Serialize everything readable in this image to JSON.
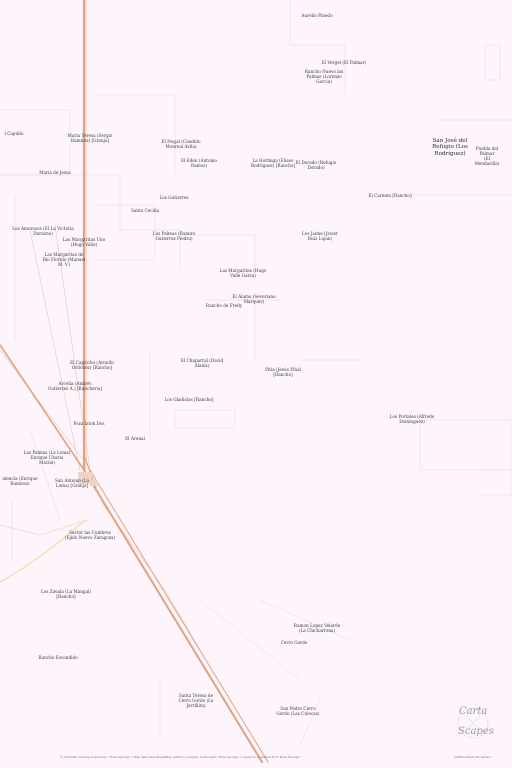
{
  "map": {
    "places": [
      {
        "id": "aurelio-pinedo",
        "text": "Aurelio Pinedo"
      },
      {
        "id": "el-vergel",
        "text": "El Vergel (El Palmar)"
      },
      {
        "id": "rancho-nuevo",
        "text": "Rancho Nuevo las\nPalmas (Lorenzo\nGarcia)"
      },
      {
        "id": "capullo",
        "text": "l Capullo"
      },
      {
        "id": "maria-teresa",
        "text": "Maria Teresa (Sergio\nRamirez) [Granja]"
      },
      {
        "id": "el-nogal",
        "text": "El Nogal (Candido\nMonreal Avila)"
      },
      {
        "id": "san-jose-refugio",
        "text": "San José del\nRefugio (Los\nRodríguez)",
        "big": true
      },
      {
        "id": "puebla-palmar",
        "text": "Puebla del Palmar\n(El Mendarilla)"
      },
      {
        "id": "el-eden",
        "text": "El Edén (Antonio\nRamos)"
      },
      {
        "id": "la-hormiga",
        "text": "La Hormiga (Eliseo\nRodriguez) [Rancho]"
      },
      {
        "id": "el-dorado",
        "text": "El Dorado (Refugio\nDorado)"
      },
      {
        "id": "maria-jesus",
        "text": "Maria de Jesus"
      },
      {
        "id": "el-carmen",
        "text": "El Carmen [Rancho]"
      },
      {
        "id": "los-gutierrez",
        "text": "Los Gutierrez"
      },
      {
        "id": "santa-cecilia",
        "text": "Santa Cecilia"
      },
      {
        "id": "los-amorosos",
        "text": "Los Amorosos (El La Victoria\nDurazno)"
      },
      {
        "id": "los-palmas-ramiro",
        "text": "Los Palmas (Ramiro\nGutierrez Piedra)"
      },
      {
        "id": "los-jaime",
        "text": "Los Jaime (Javier\nRuiz Lujan)"
      },
      {
        "id": "las-margaritas-uno",
        "text": "Las Margaritas Uno\n(Hugo Valle)"
      },
      {
        "id": "las-margaritas-rio",
        "text": "Las Margaritas de\nRio Florido (Manuel\nM. V.)"
      },
      {
        "id": "las-margaritas-hugo",
        "text": "Las Margaritas (Hugo\nValle Garza)"
      },
      {
        "id": "el-alamo",
        "text": "El Alamo (Severiano\nMarquez)"
      },
      {
        "id": "rancho-fredy",
        "text": "Rancho de Fredy"
      },
      {
        "id": "el-capricho",
        "text": "El Capricho (Arnulfo\nOrdoñez) [Rancho]"
      },
      {
        "id": "el-chaparral",
        "text": "El Chaparral (David\nAlanís)"
      },
      {
        "id": "pitia",
        "text": "Pitia (Jesús Piñal\n[Rancho]"
      },
      {
        "id": "arcelia",
        "text": "Arcelia (Andrés\nGutierrez A.) [Rancheria]"
      },
      {
        "id": "los-gladiolas",
        "text": "Los Gladiolas [Rancho]"
      },
      {
        "id": "los-portales",
        "text": "Los Portales (Alfredo\nDominguez)"
      },
      {
        "id": "poza-iztok",
        "text": "Poza Iztok Dos"
      },
      {
        "id": "el-arenal",
        "text": "El Arenal"
      },
      {
        "id": "las-palmas-loma",
        "text": "Las Palmas (La Loma)\nEnrique Ubario\nMaciel)"
      },
      {
        "id": "valencia",
        "text": "alencia (Enrique\nRamirez)"
      },
      {
        "id": "san-antonio",
        "text": "San Antonio (La\nLoma) [Granja]"
      },
      {
        "id": "sector-cumbres",
        "text": "Sector las Cumbres\n(Ejido Nuevo Zaragoza)"
      },
      {
        "id": "los-zavala",
        "text": "Los Zavala (La Mangal)\n[Rancho]"
      },
      {
        "id": "ramon-lopez",
        "text": "Ramon Lopez Velarde\n(La Chicharrona)"
      },
      {
        "id": "cerro-gordo",
        "text": "Cerro Gordo"
      },
      {
        "id": "rancho-escondido",
        "text": "Rancho Escondido"
      },
      {
        "id": "santa-teresa",
        "text": "Santa Teresa de\nCerro Gordo (La\nJarrillita)"
      },
      {
        "id": "san-pedro",
        "text": "San Pedro Cerro\nGordo (Las Culecas)"
      }
    ],
    "credits": "© Christian Yerlong Jones Inker; \"Poza Springs\" | Map data OpenStreetMap (ODbL) | Imagery Cartocraph \"Poza Springs\" | Layout & Quillative from Poza Springs\"",
    "credits_right": "CARTA Aldoño Tecuanero",
    "logo": {
      "word1": "Carta",
      "word2": "Scapes"
    }
  }
}
